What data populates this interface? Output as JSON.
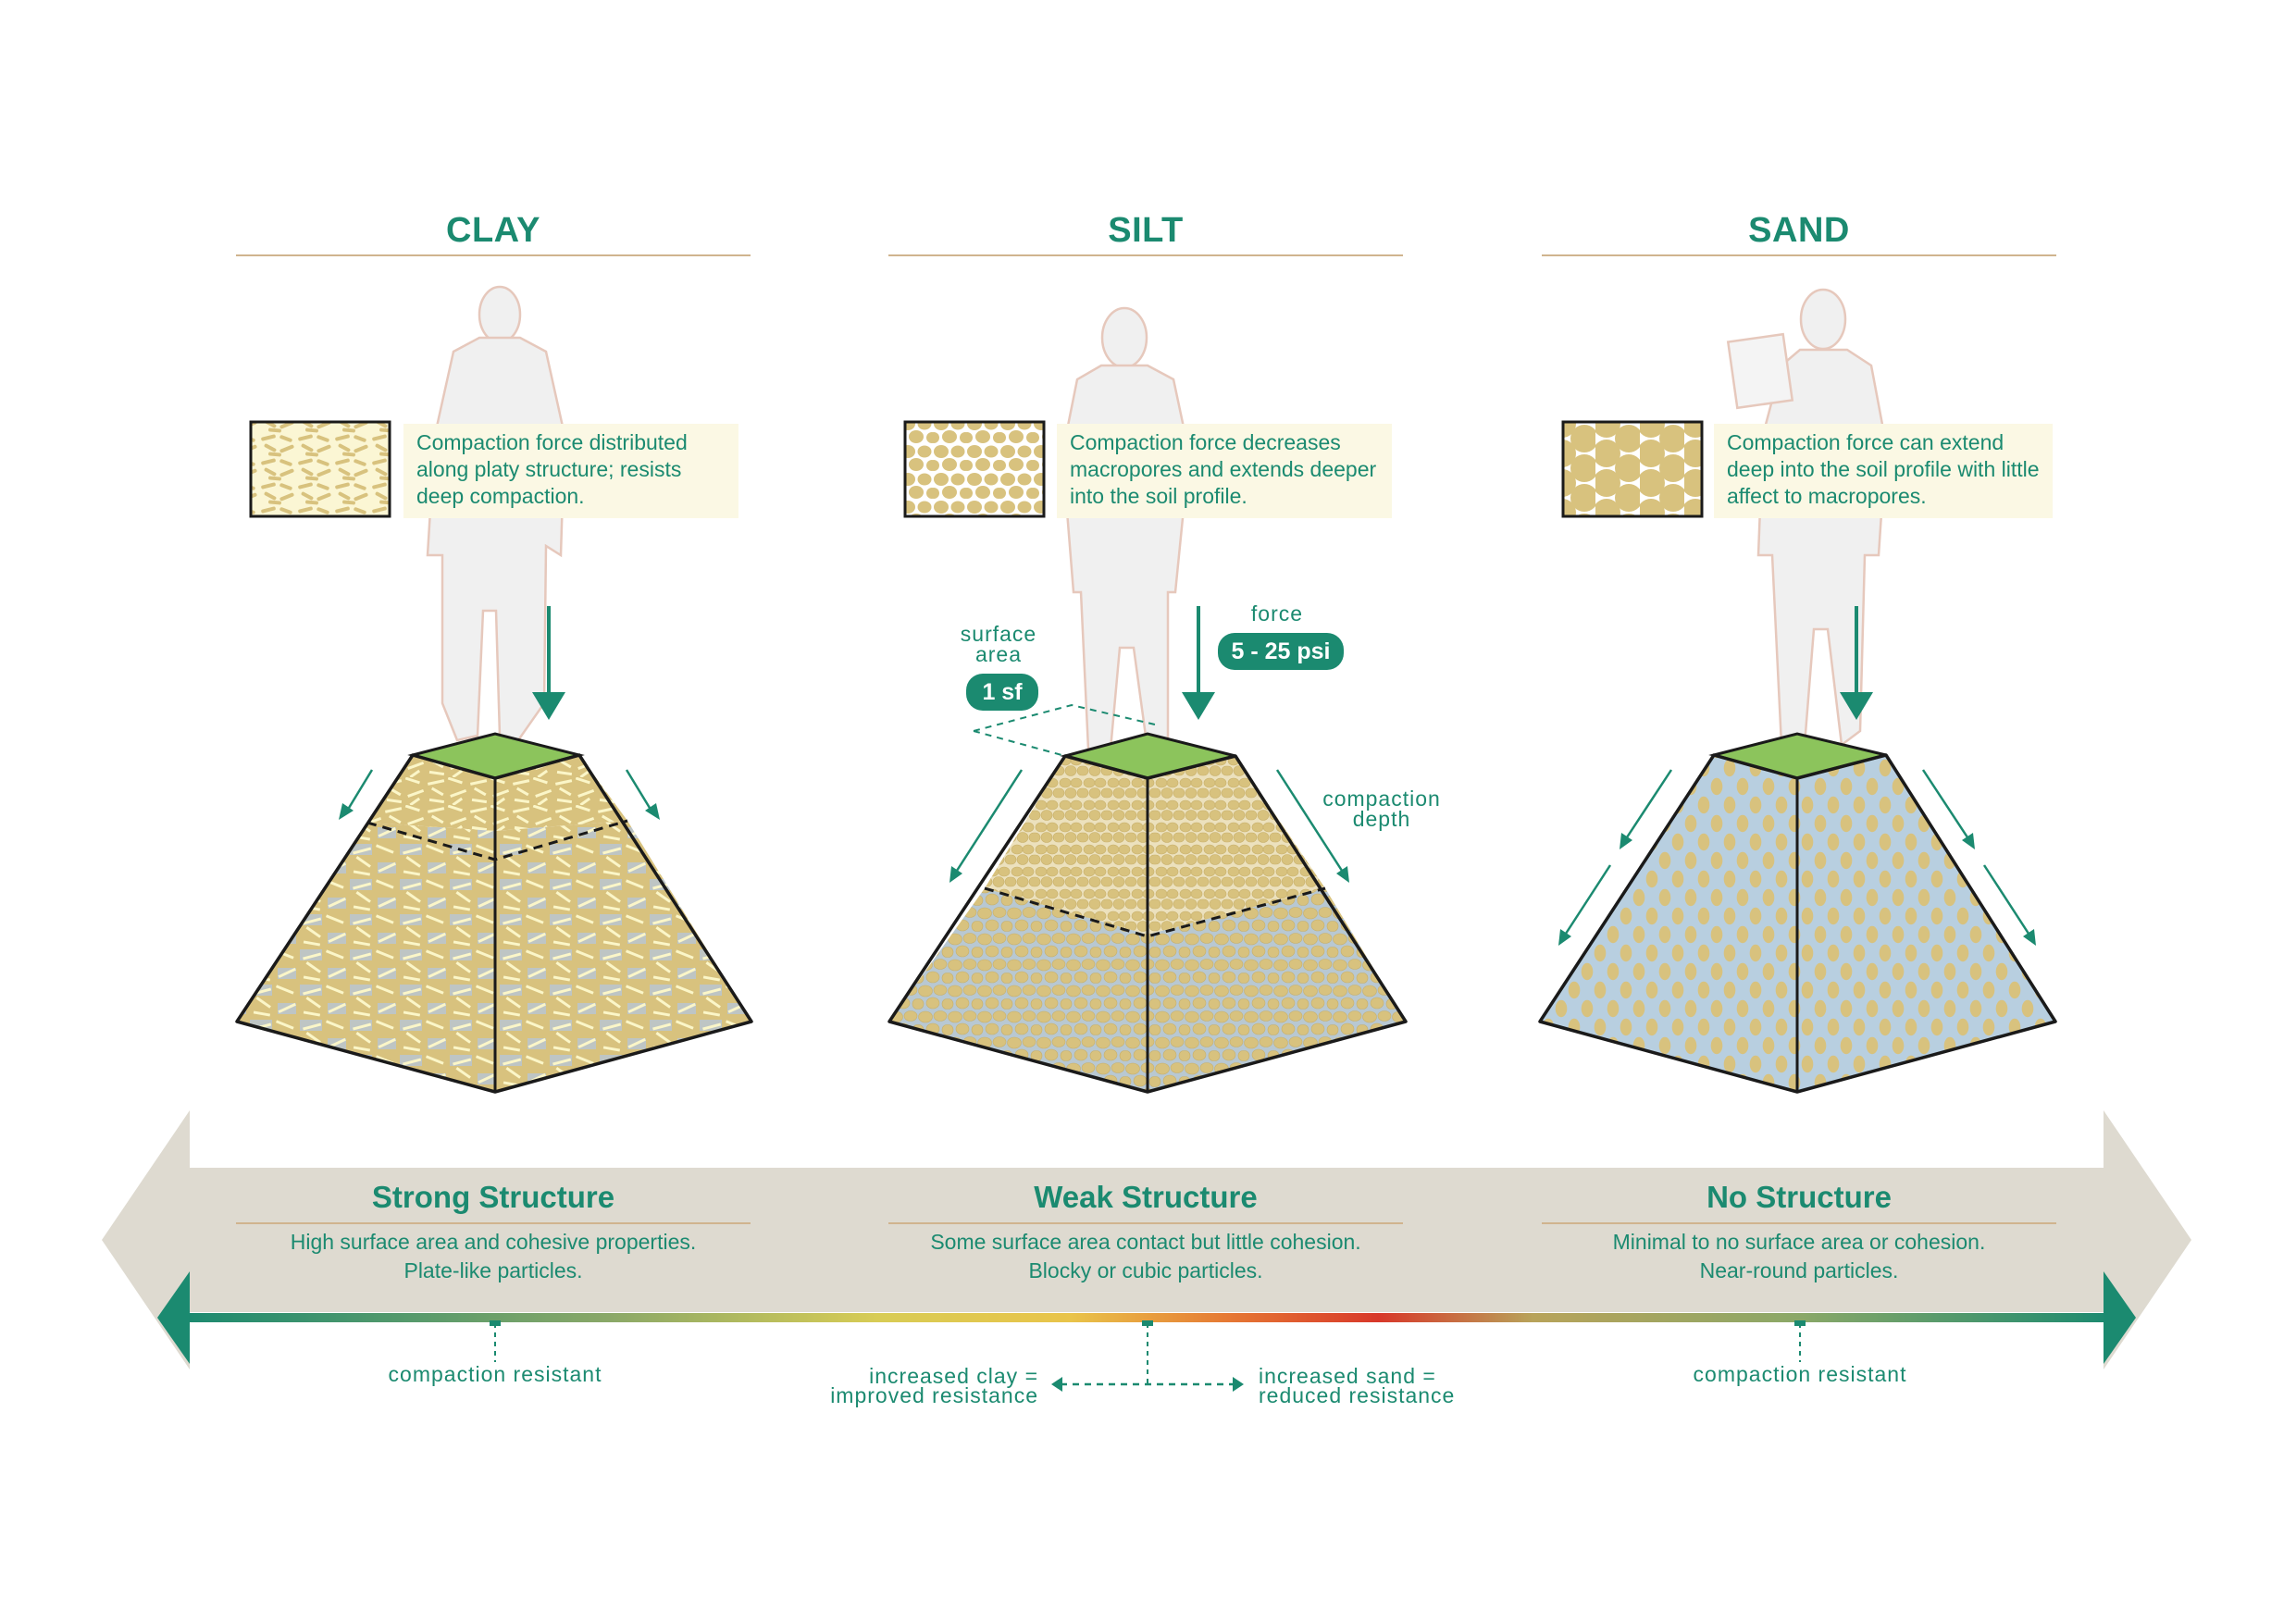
{
  "columns": [
    {
      "title": "CLAY",
      "callout": "Compaction force distributed along platy structure; resists deep compaction.",
      "swatch_icon": "platy-particles-icon"
    },
    {
      "title": "SILT",
      "callout": "Compaction force decreases macropores and extends deeper into the soil profile.",
      "swatch_icon": "blocky-particles-icon"
    },
    {
      "title": "SAND",
      "callout": "Compaction force can extend deep into the soil profile with little affect to macropores.",
      "swatch_icon": "round-particles-icon"
    }
  ],
  "silt_annotations": {
    "surface_area_label": "surface area",
    "surface_area_value": "1 sf",
    "force_label": "force",
    "force_value": "5 - 25 psi",
    "compaction_depth_label": "compaction depth"
  },
  "structure_band": [
    {
      "title": "Strong Structure",
      "line1": "High surface area and cohesive properties.",
      "line2": "Plate-like particles."
    },
    {
      "title": "Weak Structure",
      "line1": "Some surface area contact but little cohesion.",
      "line2": "Blocky or cubic particles."
    },
    {
      "title": "No Structure",
      "line1": "Minimal to no surface area or cohesion.",
      "line2": "Near-round particles."
    }
  ],
  "bottom_notes": {
    "left": "compaction resistant",
    "center_left_1": "increased clay =",
    "center_left_2": "improved resistance",
    "center_right_1": "increased sand =",
    "center_right_2": "reduced resistance",
    "right": "compaction resistant"
  },
  "colors": {
    "accent_green": "#1b8a70",
    "soil_tan": "#d8c27e",
    "callout_bg": "#fbf8e4",
    "grass": "#8cc45c",
    "band_grey": "#dedad0",
    "gradient_yellow": "#ecd44a",
    "gradient_red": "#d8382a"
  }
}
